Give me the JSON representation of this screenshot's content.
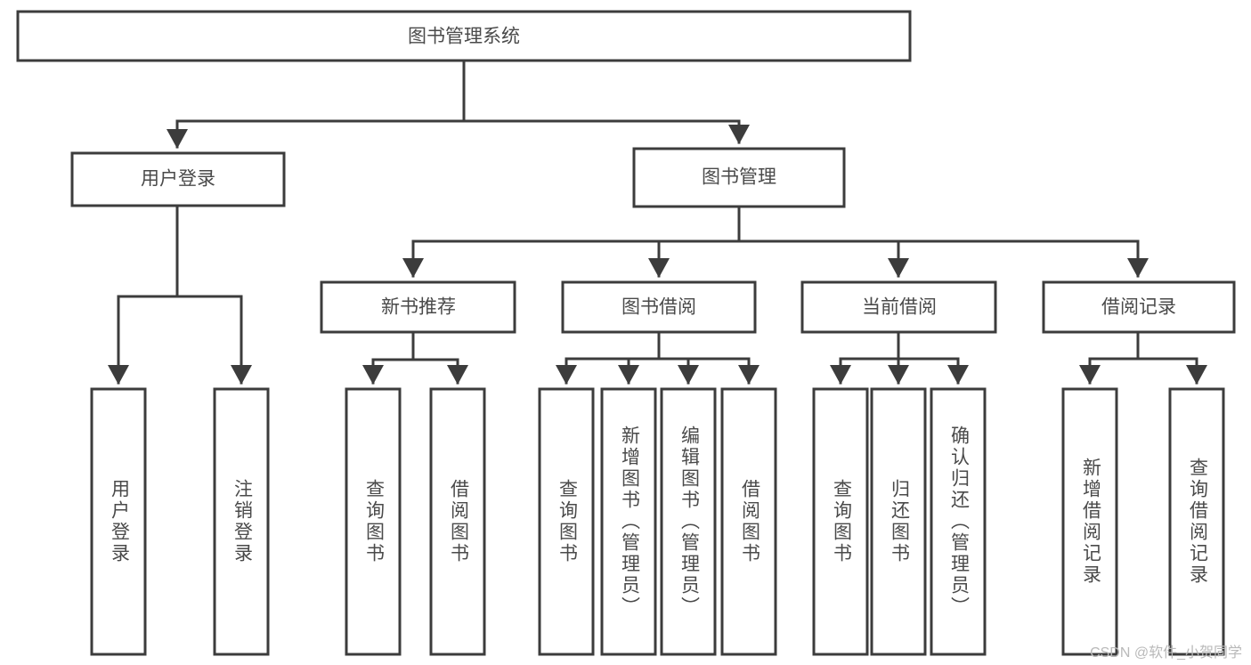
{
  "diagram": {
    "title": "图书管理系统",
    "watermark": "CSDN @软件_小贺同学",
    "type": "tree-hierarchy",
    "orientation": "top-down",
    "colors": {
      "box_stroke": "#3c3c3c",
      "box_fill": "#ffffff",
      "text": "#4a4a4a",
      "connector": "#3c3c3c",
      "background": "#ffffff",
      "watermark": "#b9b9b9"
    },
    "root": {
      "id": "root",
      "label": "图书管理系统",
      "level": 0
    },
    "level1": [
      {
        "id": "user-login",
        "label": "用户登录",
        "level": 1
      },
      {
        "id": "book-management",
        "label": "图书管理",
        "level": 1
      }
    ],
    "level2": [
      {
        "id": "new-book-recommend",
        "label": "新书推荐",
        "parent": "book-management",
        "level": 2
      },
      {
        "id": "book-borrow",
        "label": "图书借阅",
        "parent": "book-management",
        "level": 2
      },
      {
        "id": "current-borrow",
        "label": "当前借阅",
        "parent": "book-management",
        "level": 2
      },
      {
        "id": "borrow-record",
        "label": "借阅记录",
        "parent": "book-management",
        "level": 2
      }
    ],
    "leaves": [
      {
        "id": "leaf-user-login",
        "label": "用户登录",
        "parent": "user-login"
      },
      {
        "id": "leaf-user-logout",
        "label": "注销登录",
        "parent": "user-login"
      },
      {
        "id": "leaf-query-book-1",
        "label": "查询图书",
        "parent": "new-book-recommend"
      },
      {
        "id": "leaf-borrow-book-1",
        "label": "借阅图书",
        "parent": "new-book-recommend"
      },
      {
        "id": "leaf-query-book-2",
        "label": "查询图书",
        "parent": "book-borrow"
      },
      {
        "id": "leaf-add-book",
        "label": "新增图书（管理员）",
        "parent": "book-borrow"
      },
      {
        "id": "leaf-edit-book",
        "label": "编辑图书（管理员）",
        "parent": "book-borrow"
      },
      {
        "id": "leaf-borrow-book-2",
        "label": "借阅图书",
        "parent": "book-borrow"
      },
      {
        "id": "leaf-query-book-3",
        "label": "查询图书",
        "parent": "current-borrow"
      },
      {
        "id": "leaf-return-book",
        "label": "归还图书",
        "parent": "current-borrow"
      },
      {
        "id": "leaf-confirm-return",
        "label": "确认归还（管理员）",
        "parent": "current-borrow"
      },
      {
        "id": "leaf-add-record",
        "label": "新增借阅记录",
        "parent": "borrow-record"
      },
      {
        "id": "leaf-query-record",
        "label": "查询借阅记录",
        "parent": "borrow-record"
      }
    ]
  }
}
